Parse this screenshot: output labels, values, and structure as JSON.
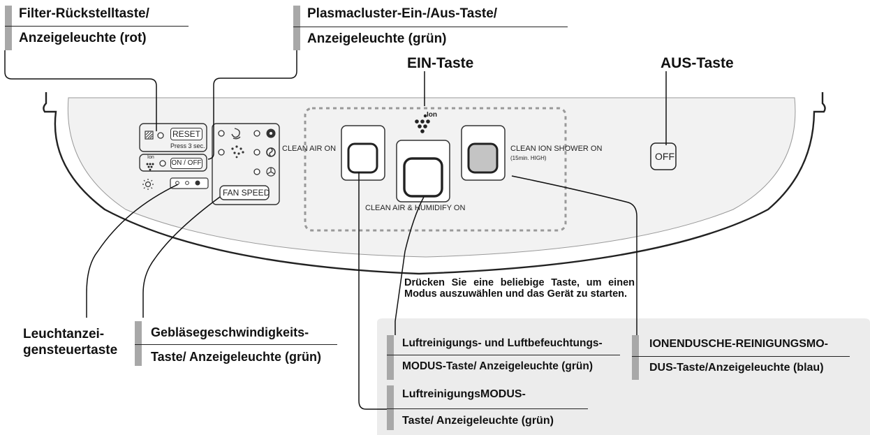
{
  "callouts": {
    "filter_reset": {
      "line1": "Filter-Rückstelltaste/",
      "line2": "Anzeigeleuchte (rot)"
    },
    "plasmacluster": {
      "line1": "Plasmacluster-Ein-/Aus-Taste/",
      "line2": "Anzeigeleuchte (grün)"
    },
    "ein": "EIN-Taste",
    "aus": "AUS-Taste",
    "instruction": "Drücken Sie eine beliebige Taste, um einen Modus auszuwählen und das Gerät zu starten.",
    "light_control": {
      "line1": "Leuchtanzei-",
      "line2": "gensteuertaste"
    },
    "fan_speed": {
      "line1": "Gebläsegeschwindigkeits-",
      "line2": "Taste/ Anzeigeleuchte (grün)"
    },
    "humidify": {
      "line1": "Luftreinigungs- und Luftbefeuchtungs-",
      "line2": "MODUS-Taste/ Anzeigeleuchte (grün)"
    },
    "ion_shower": {
      "line1": "IONENDUSCHE-REINIGUNGSMO-",
      "line2": "DUS-Taste/Anzeigeleuchte (blau)"
    },
    "clean_air": {
      "line1": "LuftreinigungsMODUS-",
      "line2": "Taste/ Anzeigeleuchte (grün)"
    }
  },
  "panel": {
    "reset_label": "RESET",
    "press_label": "Press 3 sec.",
    "onoff_label": "ON / OFF",
    "ion_small": "Ion",
    "fan_speed_label": "FAN SPEED",
    "clean_air_on": "CLEAN AIR ON",
    "clean_air_humidify_on": "CLEAN AIR & HUMIDIFY ON",
    "clean_ion_shower_on": "CLEAN ION SHOWER ON",
    "clean_ion_shower_sub": "(15min. HIGH)",
    "ion_top": "Ion",
    "off_label": "OFF"
  }
}
